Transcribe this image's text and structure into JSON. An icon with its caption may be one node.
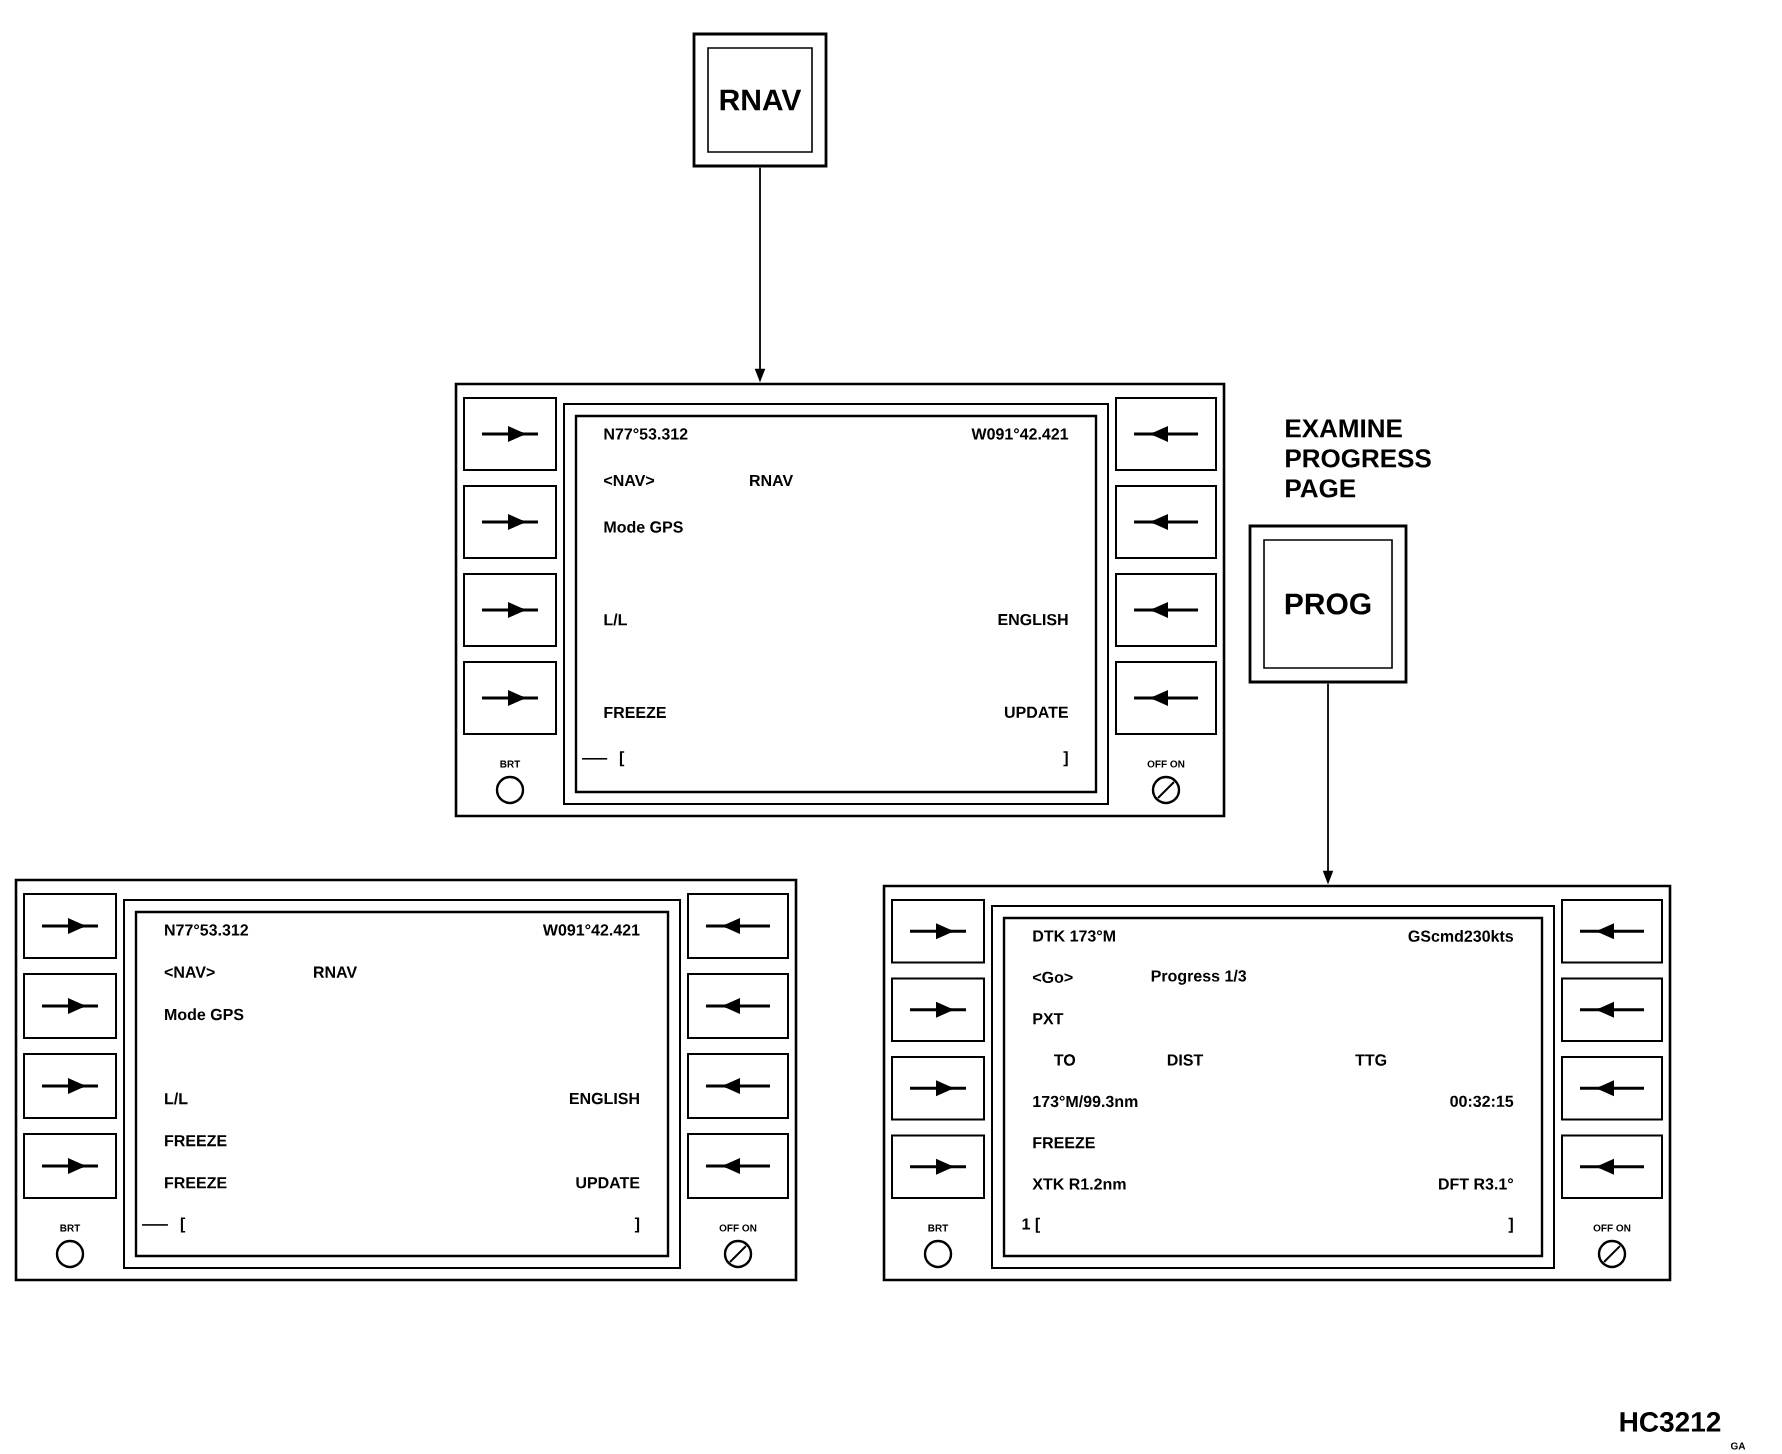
{
  "diagram": {
    "nodes": [
      {
        "text": [
          "RNAV"
        ]
      },
      {
        "text": [
          "N77°53.312",
          "W091°42.421",
          "<NAV>",
          "RNAV",
          "Mode GPS",
          "L/L",
          "ENGLISH",
          "FREEZE",
          "UPDATE",
          "BRT",
          "[",
          "]",
          "OFF ON"
        ]
      },
      {
        "text": [
          "PROG"
        ],
        "beside": [
          "EXAMINE PROGRESS PAGE"
        ]
      },
      {
        "text": [
          "N77°53.312",
          "W091°42.421",
          "<NAV>",
          "RNAV",
          "Mode GPS",
          "L/L",
          "ENGLISH",
          "FREEZE",
          "FREEZE",
          "UPDATE",
          "BRT",
          "[",
          "]",
          "OFF ON"
        ]
      },
      {
        "text": [
          "DTK 173°M",
          "GScmd230kts",
          "<Go>",
          "Progress 1/3",
          "PXT",
          "TO",
          "DIST",
          "TTG",
          "173°M/99.3nm",
          "00:32:15",
          "FREEZE",
          "XTK R1.2nm",
          "DFT R3.1°",
          "BRT",
          "1 [",
          "]",
          "OFF ON"
        ]
      }
    ],
    "edges": [
      {
        "from": 0,
        "to": 1,
        "arrow": "to"
      },
      {
        "from": 2,
        "to": 4,
        "arrow": "to"
      }
    ],
    "labels": [
      "HC3212",
      "GA"
    ]
  }
}
